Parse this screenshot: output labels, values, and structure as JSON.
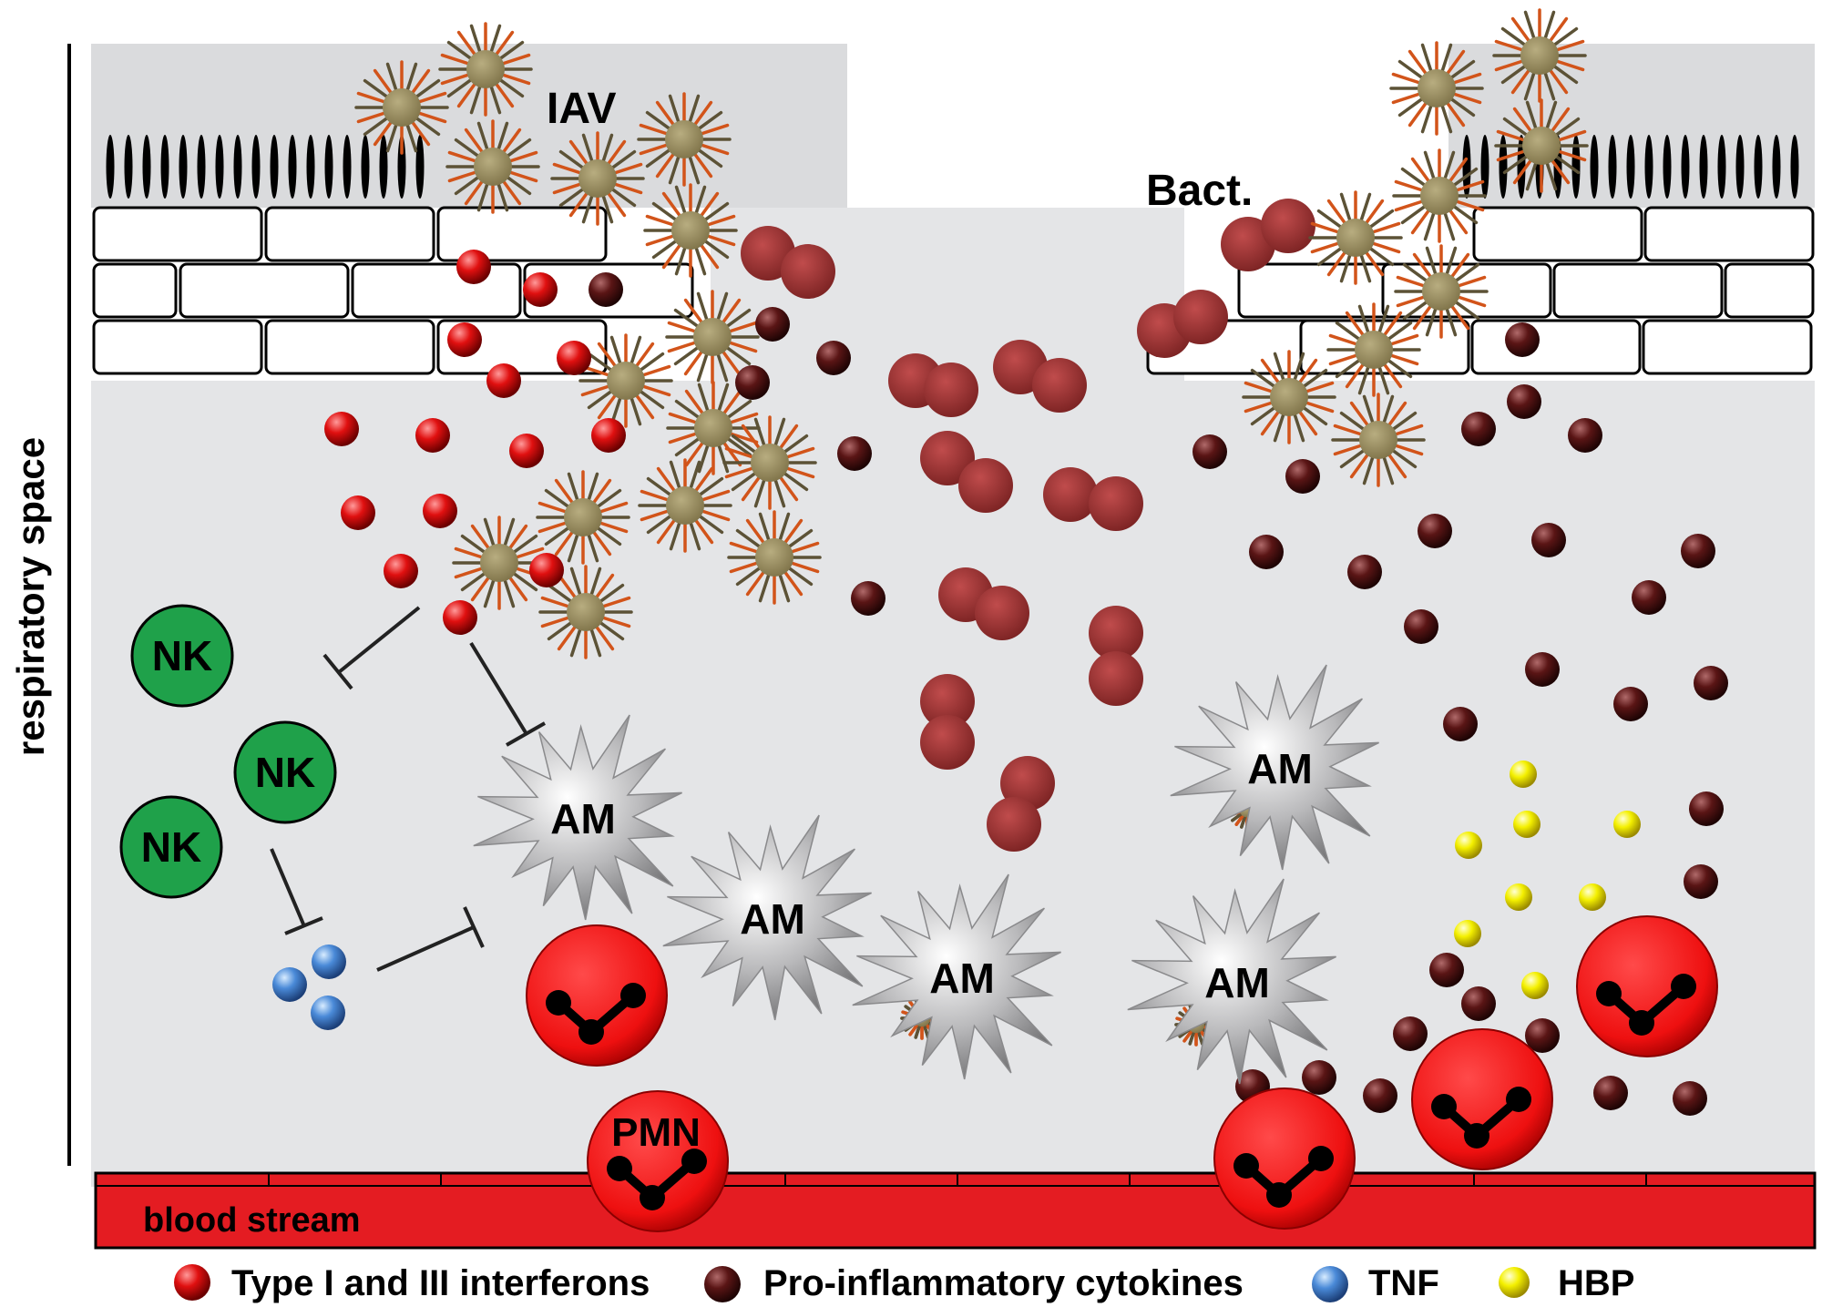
{
  "labels": {
    "side": "respiratory space",
    "virus": "IAV",
    "bacteria": "Bact.",
    "natural_killer": "NK",
    "macrophage": "AM",
    "neutrophil": "PMN",
    "blood": "blood stream"
  },
  "legend": [
    {
      "key": "ifn",
      "label": "Type I and III interferons",
      "color": "#e01010"
    },
    {
      "key": "cyto",
      "label": "Pro-inflammatory cytokines",
      "color": "#5a1515"
    },
    {
      "key": "tnf",
      "label": "TNF",
      "color": "#4a8ad8"
    },
    {
      "key": "hbp",
      "label": "HBP",
      "color": "#f4f000"
    }
  ],
  "colors": {
    "background": "#e4e5e7",
    "airway": "#dadbdd",
    "nk_cell": "#1fa14a",
    "bacteria": "#9a3030",
    "virus": "#968a5a",
    "macrophage": "#a9a9ab",
    "neutrophil": "#ee1010",
    "blood": "#e41c22"
  }
}
